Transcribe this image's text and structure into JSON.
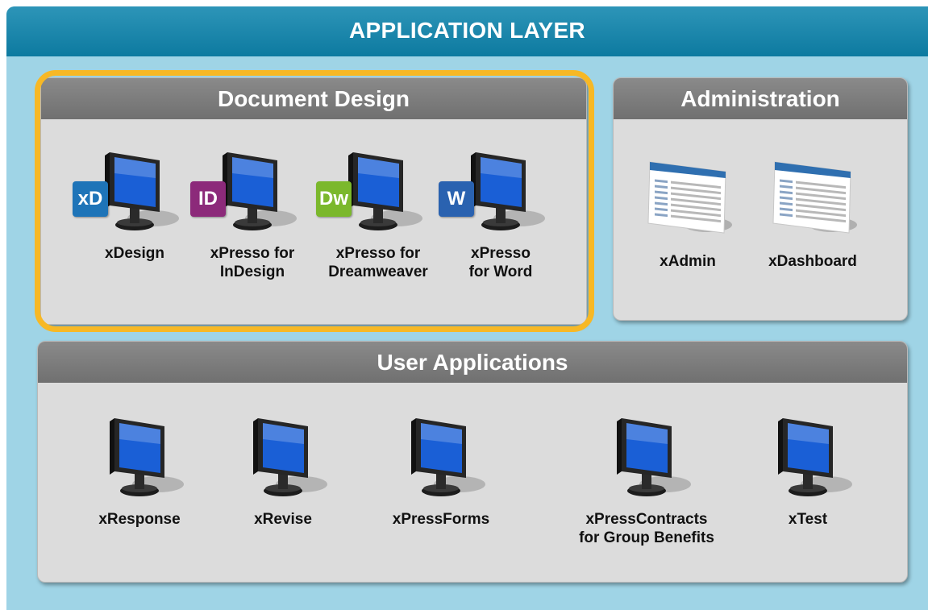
{
  "main": {
    "title": "APPLICATION LAYER"
  },
  "document_design": {
    "title": "Document Design",
    "items": [
      {
        "label": "xDesign",
        "badge": "xD",
        "badge_color": "#1e74b8"
      },
      {
        "label": "xPresso for\nInDesign",
        "badge": "ID",
        "badge_color": "#8c2a7a"
      },
      {
        "label": "xPresso for\nDreamweaver",
        "badge": "Dw",
        "badge_color": "#7bb82c"
      },
      {
        "label": "xPresso\nfor Word",
        "badge": "W",
        "badge_color": "#2a62b0"
      }
    ]
  },
  "administration": {
    "title": "Administration",
    "items": [
      {
        "label": "xAdmin"
      },
      {
        "label": "xDashboard"
      }
    ]
  },
  "user_applications": {
    "title": "User Applications",
    "items": [
      {
        "label": "xResponse"
      },
      {
        "label": "xRevise"
      },
      {
        "label": "xPressForms"
      },
      {
        "label": "xPressContracts\nfor Group Benefits"
      },
      {
        "label": "xTest"
      }
    ]
  },
  "colors": {
    "layer_background": "#9fd4e6",
    "layer_header": "#0d7aa0",
    "panel_header": "#7a7a7a",
    "panel_body": "#dcdcdc",
    "highlight_border": "#f7b825",
    "screen_blue": "#1a5fd6"
  }
}
